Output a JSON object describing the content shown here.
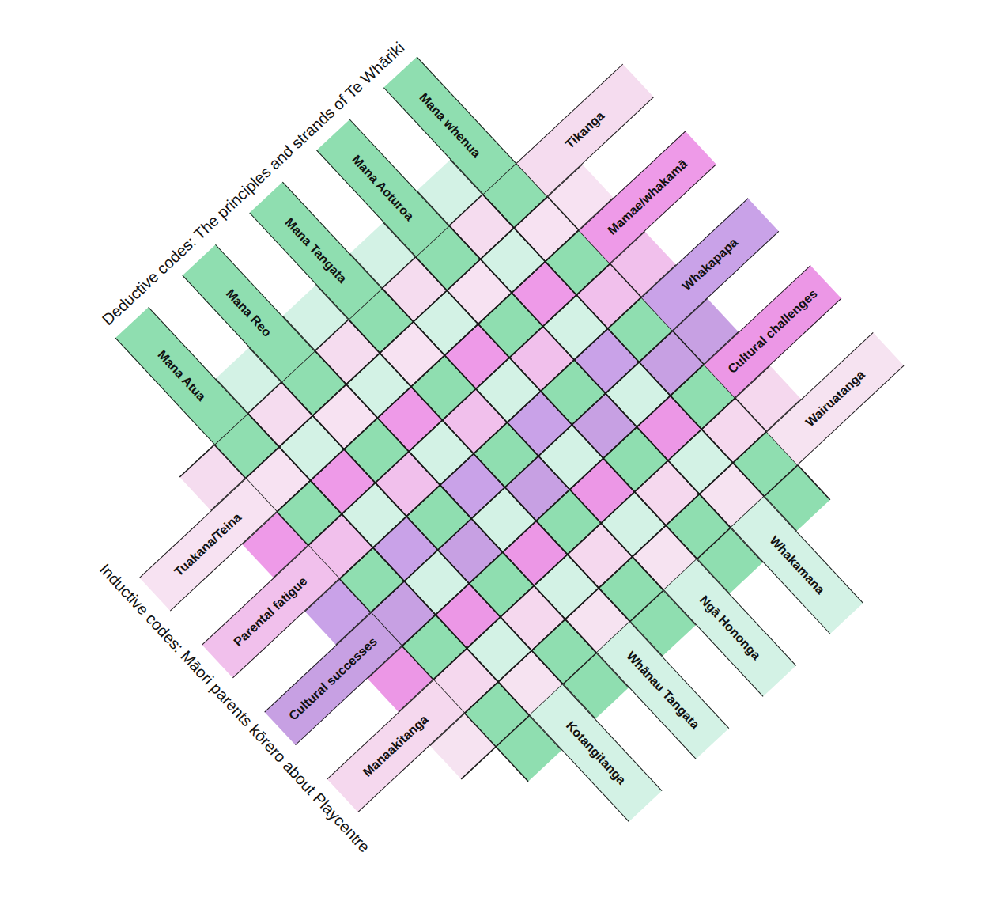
{
  "diagram": {
    "nodes": [
      {
        "text": [
          "Mana whenua"
        ]
      },
      {
        "text": [
          "Tikanga"
        ]
      },
      {
        "text": [
          "Mana Aoturoa"
        ]
      },
      {
        "text": [
          "Mamae/whakamā"
        ]
      },
      {
        "text": [
          "Mana Tangata"
        ]
      },
      {
        "text": [
          "Whakapapa"
        ]
      },
      {
        "text": [
          "Mana Reo"
        ]
      },
      {
        "text": [
          "Cultural challenges"
        ]
      },
      {
        "text": [
          "Mana Atua"
        ]
      },
      {
        "text": [
          "Wairuatanga"
        ]
      },
      {
        "text": [
          "Tuakana/Teina"
        ]
      },
      {
        "text": [
          "Whakamana"
        ]
      },
      {
        "text": [
          "Parental fatigue"
        ]
      },
      {
        "text": [
          "Ngā Hononga"
        ]
      },
      {
        "text": [
          "Cultural successes"
        ]
      },
      {
        "text": [
          "Whānau Tangata"
        ]
      },
      {
        "text": [
          "Manaakitanga"
        ]
      },
      {
        "text": [
          "Kotangitanga"
        ]
      }
    ],
    "labels": [
      "Deductive codes: The principles and strands of Te Whāriki",
      "Inductive codes: Māori parents kōrero about Playcentre"
    ]
  }
}
